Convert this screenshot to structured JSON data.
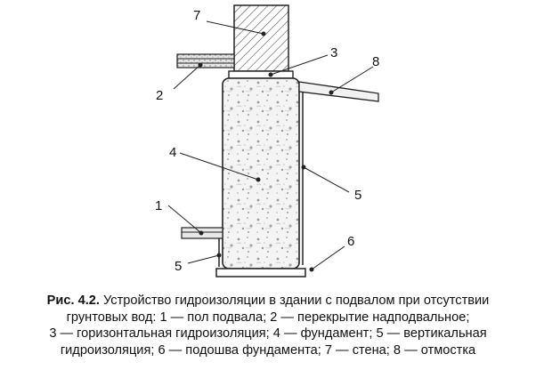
{
  "diagram": {
    "callouts": {
      "c1": "1",
      "c2": "2",
      "c3": "3",
      "c4": "4",
      "c5a": "5",
      "c5b": "5",
      "c6": "6",
      "c7": "7",
      "c8": "8"
    }
  },
  "caption": {
    "lead": "Рис. 4.2.",
    "line1": " Устройство гидроизоляции в здании с подвалом при отсутствии",
    "line2": "грунтовых вод: 1 — пол подвала; 2 — перекрытие надподвальное;",
    "line3": "3 — горизонтальная гидроизоляция; 4 — фундамент; 5 — вертикальная",
    "line4": "гидроизоляция; 6 — подошва фундамента; 7 — стена; 8 — отмостка"
  }
}
